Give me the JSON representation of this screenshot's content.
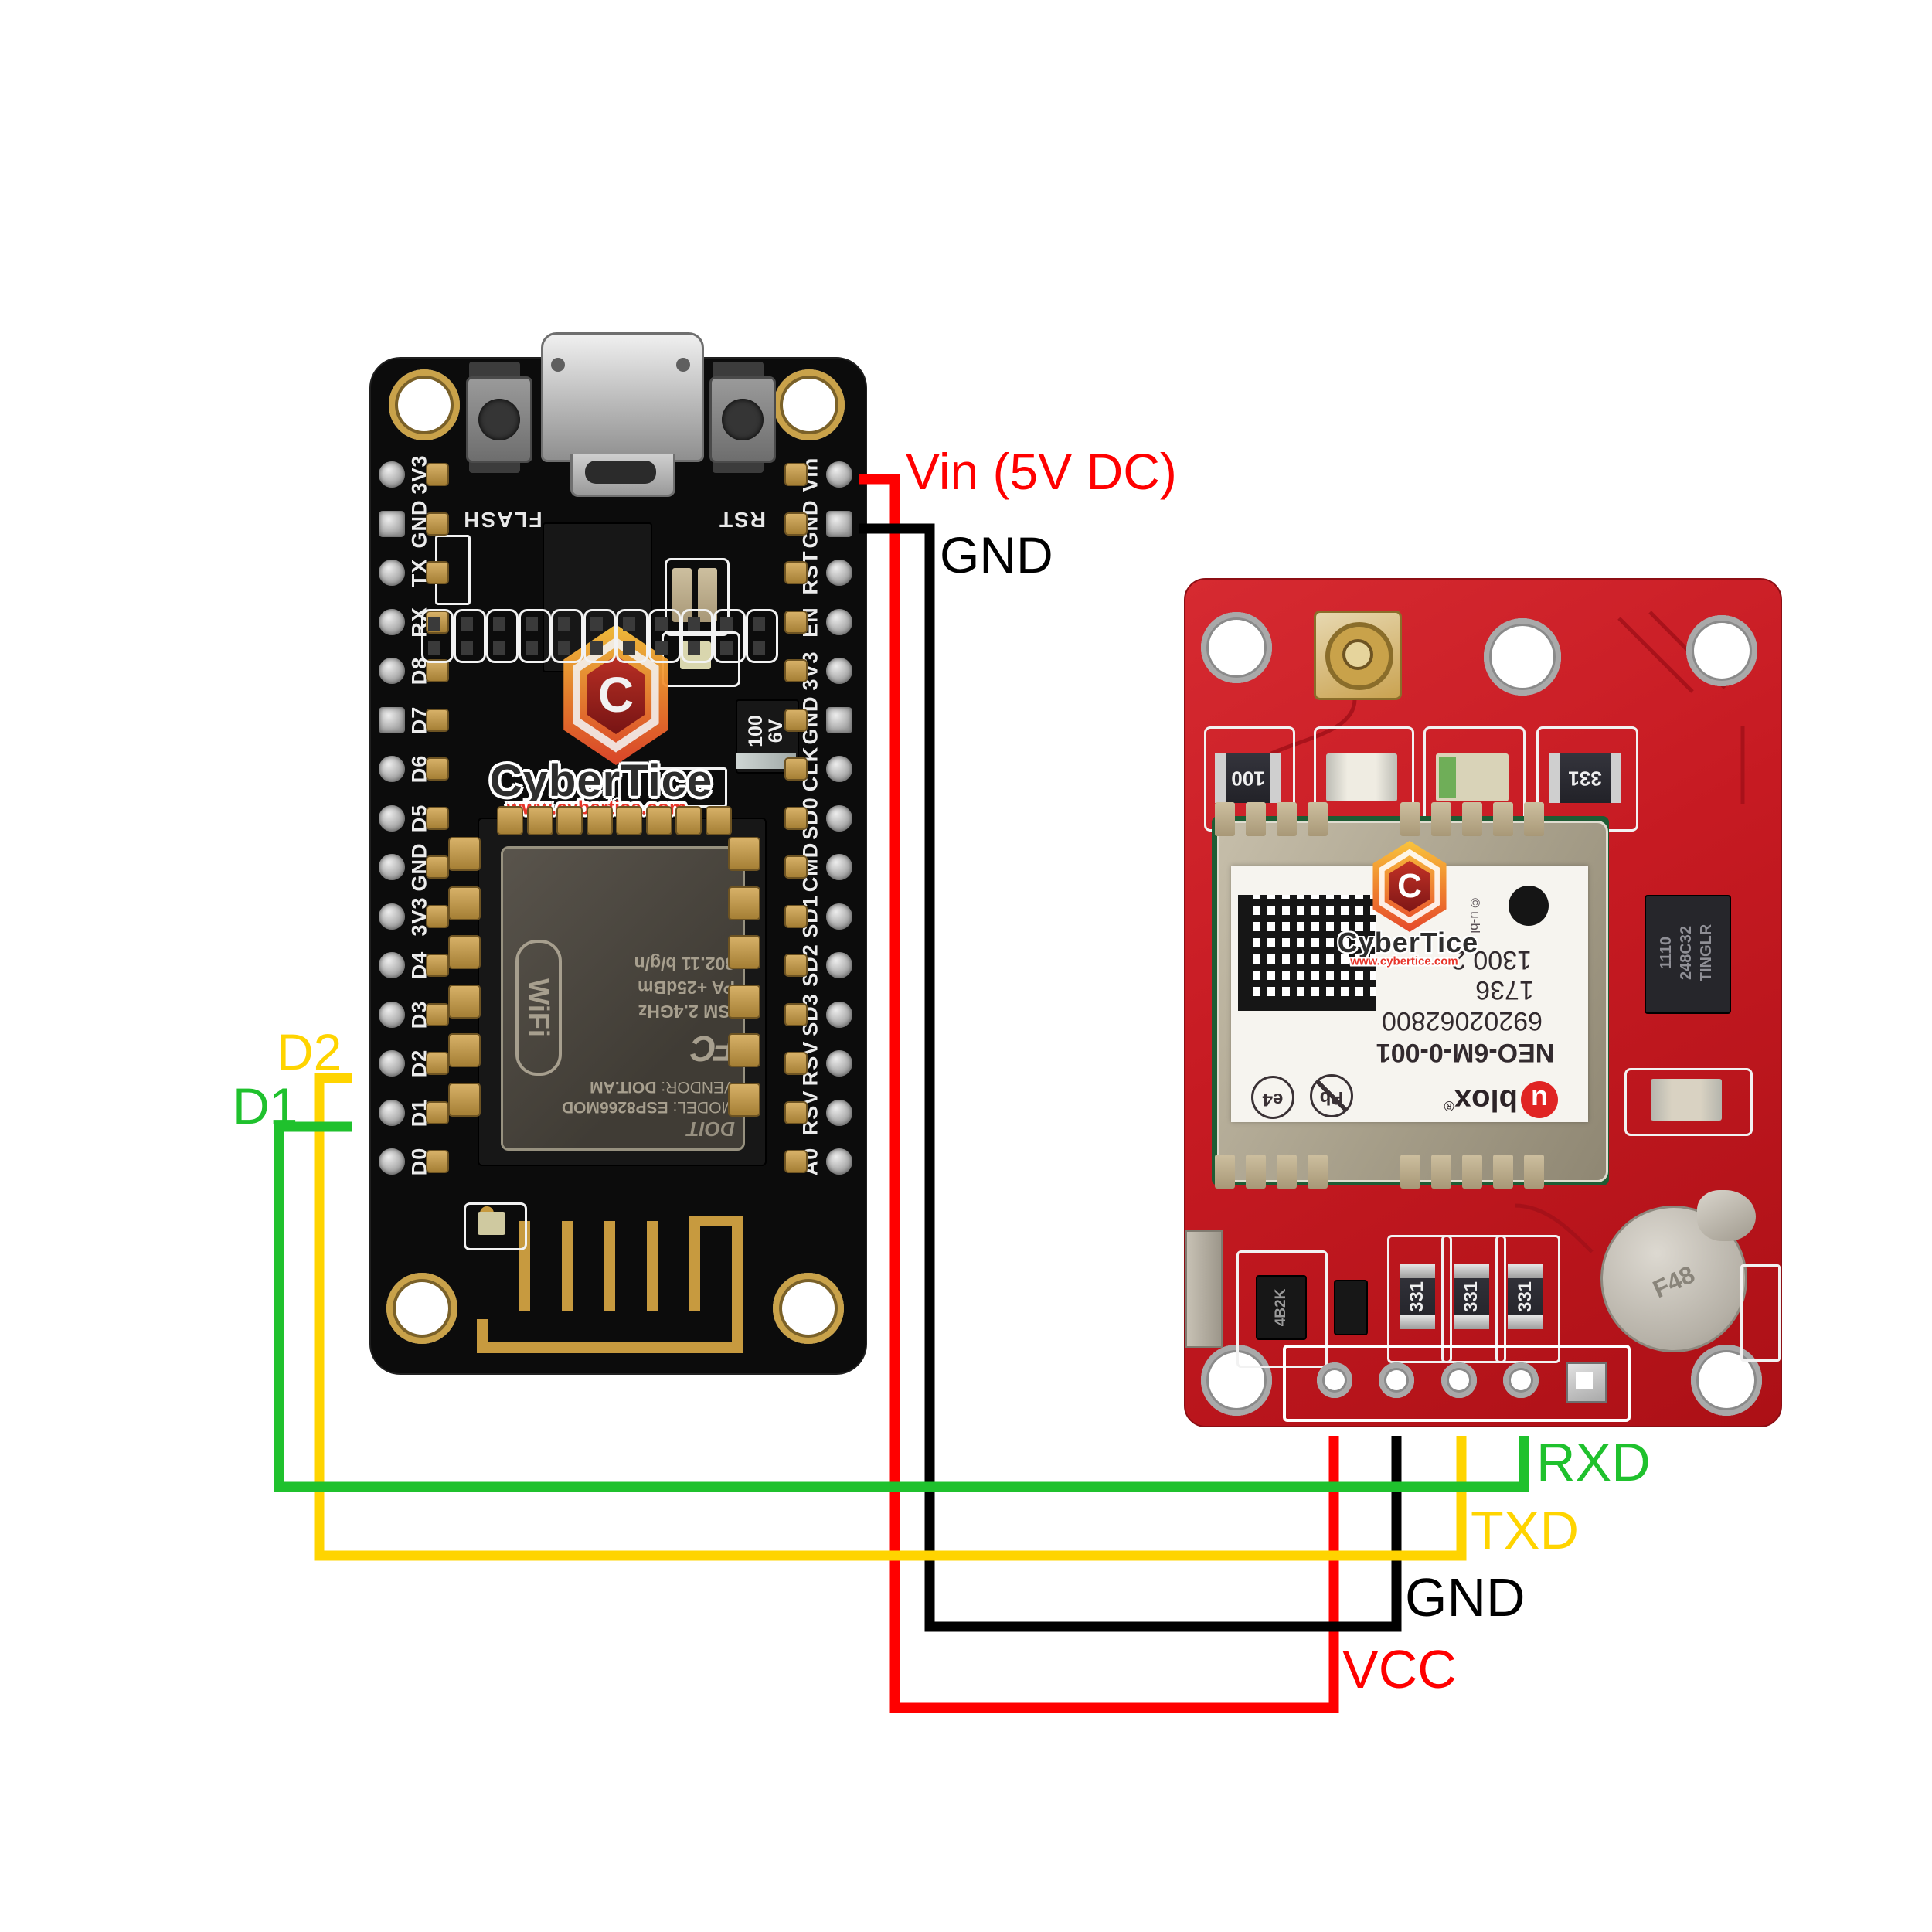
{
  "colors": {
    "wire_red": "#ff0000",
    "wire_black": "#000000",
    "wire_green": "#1fc12d",
    "wire_yellow": "#ffd400",
    "board_black": "#0c0c0c",
    "board_red": "#c6191f",
    "silkscreen": "#ffffff",
    "gold": "#c79a3f"
  },
  "annotations": {
    "vin": "Vin (5V DC)",
    "gnd_top": "GND",
    "rxd": "RXD",
    "txd": "TXD",
    "gnd_bottom": "GND",
    "vcc": "VCC",
    "d2": "D2",
    "d1": "D1"
  },
  "nodemcu": {
    "flash_button": "FLASH",
    "rst_button": "RST",
    "left_pins": [
      "3V3",
      "GND",
      "TX",
      "RX",
      "D8",
      "D7",
      "D6",
      "D5",
      "GND",
      "3V3",
      "D4",
      "D3",
      "D2",
      "D1",
      "D0"
    ],
    "right_pins": [
      "Vin",
      "GND",
      "RST",
      "EN",
      "3V3",
      "GND",
      "CLK",
      "SD0",
      "CMD",
      "SD1",
      "SD2",
      "SD3",
      "RSV",
      "RSV",
      "A0"
    ],
    "cap100_a": "100",
    "cap100_b": "6V",
    "module": {
      "doit": "DOIT",
      "l1": "MODEL:",
      "l2": "ESP8266MOD",
      "l3": "VENDOR:",
      "l4": "DOIT.AM",
      "fcc": "FC",
      "l5": "ISM 2.4GHz",
      "l6": "PA +25dBm",
      "l7": "802.11 b/g/n",
      "wifi": "WiFi"
    }
  },
  "gps": {
    "label": {
      "line1": "1300 2",
      "line2": "1736",
      "line3": "69202062800",
      "line4": "NEO-6M-0-001",
      "u": "u",
      "blox": "blox",
      "reg": "®",
      "e4": "e4",
      "pb": "Pb",
      "ubl": "© u-bl"
    },
    "eeprom": {
      "l1": "1110",
      "l2": "248C32",
      "l3": "TINGLR"
    },
    "r100": "100",
    "r331": "331",
    "reg_chip": "4B2K",
    "trimmer": "F48"
  },
  "watermark": {
    "name": "CyberTice",
    "url": "www.cybertice.com"
  }
}
